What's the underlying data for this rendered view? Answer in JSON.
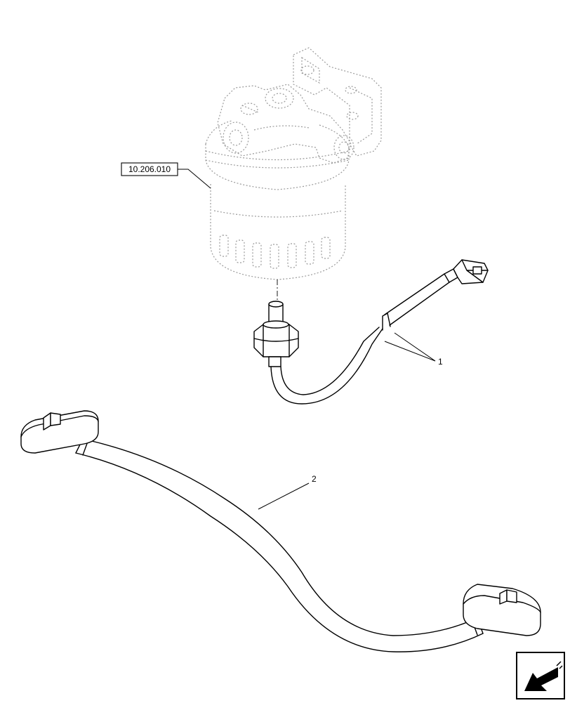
{
  "reference_label": "10.206.010",
  "callouts": {
    "item_1": "1",
    "item_2": "2"
  },
  "navigation": {
    "icon": "arrow-down-left-icon",
    "color": "#000000"
  }
}
